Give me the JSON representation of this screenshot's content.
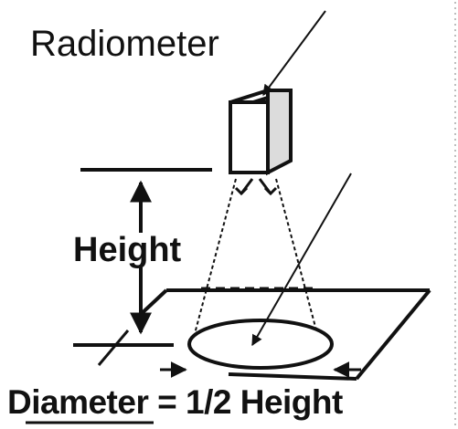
{
  "labels": {
    "radiometer": "Radiometer",
    "height": "Height",
    "diameter": "Diameter = 1/2 Height"
  },
  "colors": {
    "ink": "#111111",
    "background": "#ffffff"
  }
}
